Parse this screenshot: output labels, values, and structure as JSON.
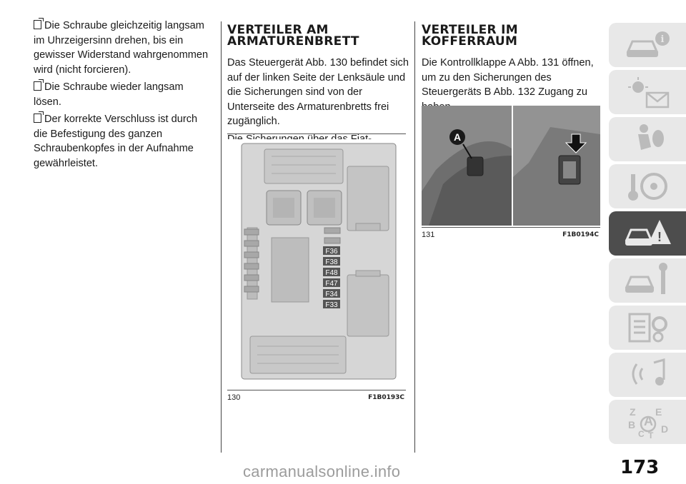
{
  "col1": {
    "p1": "Die Schraube gleichzeitig langsam im Uhrzeigersinn drehen, bis ein gewisser Widerstand wahrgenommen wird (nicht forcieren).",
    "p2": "Die Schraube wieder langsam lösen.",
    "p3": "Der korrekte Verschluss ist durch die Befestigung des ganzen Schraubenkopfes in der Aufnahme gewährleistet."
  },
  "col2": {
    "heading": "VERTEILER AM ARMATURENBRETT",
    "p1": "Das Steuergerät Abb. 130 befindet sich auf der linken Seite der Lenksäule und die Sicherungen sind von der Unterseite des Armaturenbretts frei zugänglich.",
    "p2": "Die Sicherungen über das Fiat-Kundendienstnetz ersetzen lassen.",
    "figure": {
      "number": "130",
      "code": "F1B0193C",
      "fuse_labels": [
        "F36",
        "F38",
        "F48",
        "F47",
        "F34",
        "F33"
      ]
    }
  },
  "col3": {
    "heading": "VERTEILER IM KOFFERRAUM",
    "p1": "Die Kontrollklappe A Abb. 131 öffnen, um zu den Sicherungen des Steuergeräts B Abb. 132 Zugang zu haben.",
    "figure": {
      "number": "131",
      "code": "F1B0194C",
      "marker": "A"
    }
  },
  "sidebar": {
    "icons": [
      "car-info-icon",
      "warning-light-icon",
      "seat-airbag-icon",
      "key-steering-icon",
      "emergency-icon",
      "car-maintenance-icon",
      "specs-gear-icon",
      "multimedia-icon",
      "index-icon"
    ],
    "active_index": 4
  },
  "page_number": "173",
  "watermark": "carmanualsonline.info"
}
